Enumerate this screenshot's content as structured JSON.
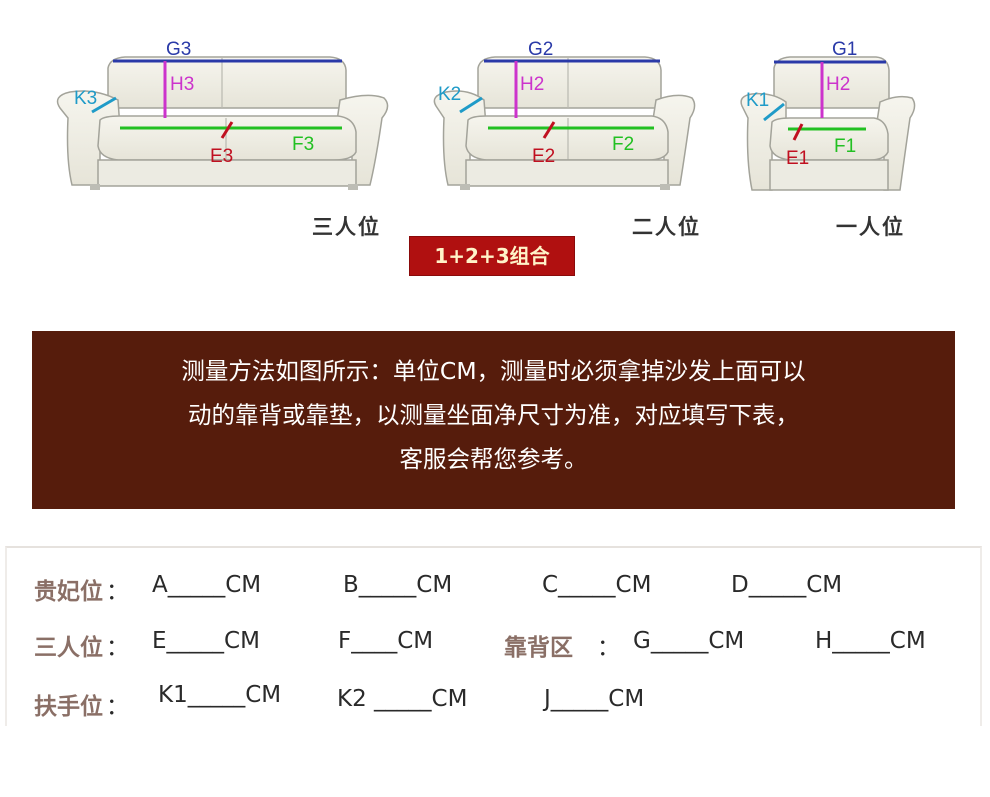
{
  "diagram": {
    "sofa3": {
      "G": "G3",
      "H": "H3",
      "K": "K3",
      "E": "E3",
      "F": "F3",
      "label": "三人位"
    },
    "sofa2": {
      "G": "G2",
      "H": "H2",
      "K": "K2",
      "E": "E2",
      "F": "F2",
      "label": "二人位"
    },
    "sofa1": {
      "G": "G1",
      "H": "H2",
      "K": "K1",
      "E": "E1",
      "F": "F1",
      "label": "一人位"
    },
    "badge": "1+2+3组合",
    "colors": {
      "G": "#2a3aa8",
      "H": "#cc33cc",
      "K": "#1f9bc8",
      "E": "#c01020",
      "F": "#22c022",
      "sofa_fill": "#f1f0e6",
      "sofa_stroke": "#9a9a90"
    }
  },
  "banner": {
    "line1": "测量方法如图所示：单位CM，测量时必须拿掉沙发上面可以",
    "line2": "动的靠背或靠垫，以测量坐面净尺寸为准，对应填写下表，",
    "line3": "客服会帮您参考。",
    "bg_color": "#561c0c"
  },
  "form": {
    "row1": {
      "label": "贵妃位",
      "colon": "：",
      "a": "A_____CM",
      "b": "B_____CM",
      "c": "C_____CM",
      "d": "D_____CM"
    },
    "row2": {
      "label": "三人位",
      "colon": "：",
      "e": "E_____CM",
      "f": "F____CM",
      "label2": "靠背区",
      "colon2": "：",
      "g": "G_____CM",
      "h": "H_____CM"
    },
    "row3": {
      "label": "扶手位",
      "colon": "：",
      "k1": "K1_____CM",
      "k2": "K2 _____CM",
      "j": "J_____CM"
    },
    "label_color": "#8a6f66"
  }
}
